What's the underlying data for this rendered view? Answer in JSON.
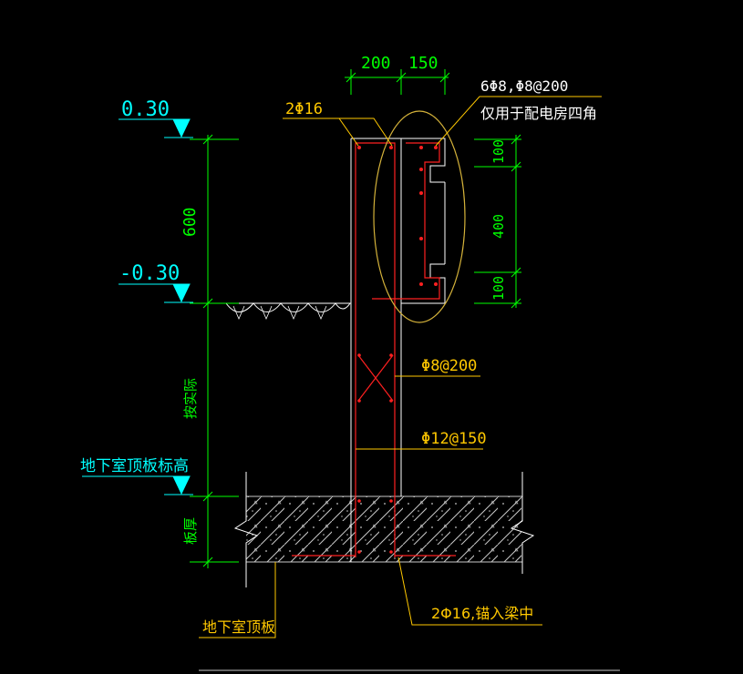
{
  "colors": {
    "background": "#000000",
    "dimension": "#00ff00",
    "elevation": "#00ffff",
    "annotation": "#ffc800",
    "rebar": "#ff2020",
    "outline": "#ffffff",
    "concrete": "#c8c8c8",
    "highlight": "#d4b23a"
  },
  "dims": {
    "top_left": "200",
    "top_right": "150",
    "height_600": "600",
    "detail_100_top": "100",
    "detail_400": "400",
    "detail_100_bottom": "100",
    "fill_height": "按实际",
    "slab_thickness": "板厚"
  },
  "elevations": {
    "top": "0.30",
    "mid": "-0.30",
    "slab_top": "地下室顶板标高"
  },
  "labels": {
    "top_bars": "2Φ16",
    "corner_bars": "6Φ8,Φ8@200",
    "corner_note": "仅用于配电房四角",
    "stirrup": "Φ8@200",
    "vertical_bars": "Φ12@150",
    "anchor_bars": "2Φ16,锚入梁中",
    "slab_name": "地下室顶板"
  }
}
